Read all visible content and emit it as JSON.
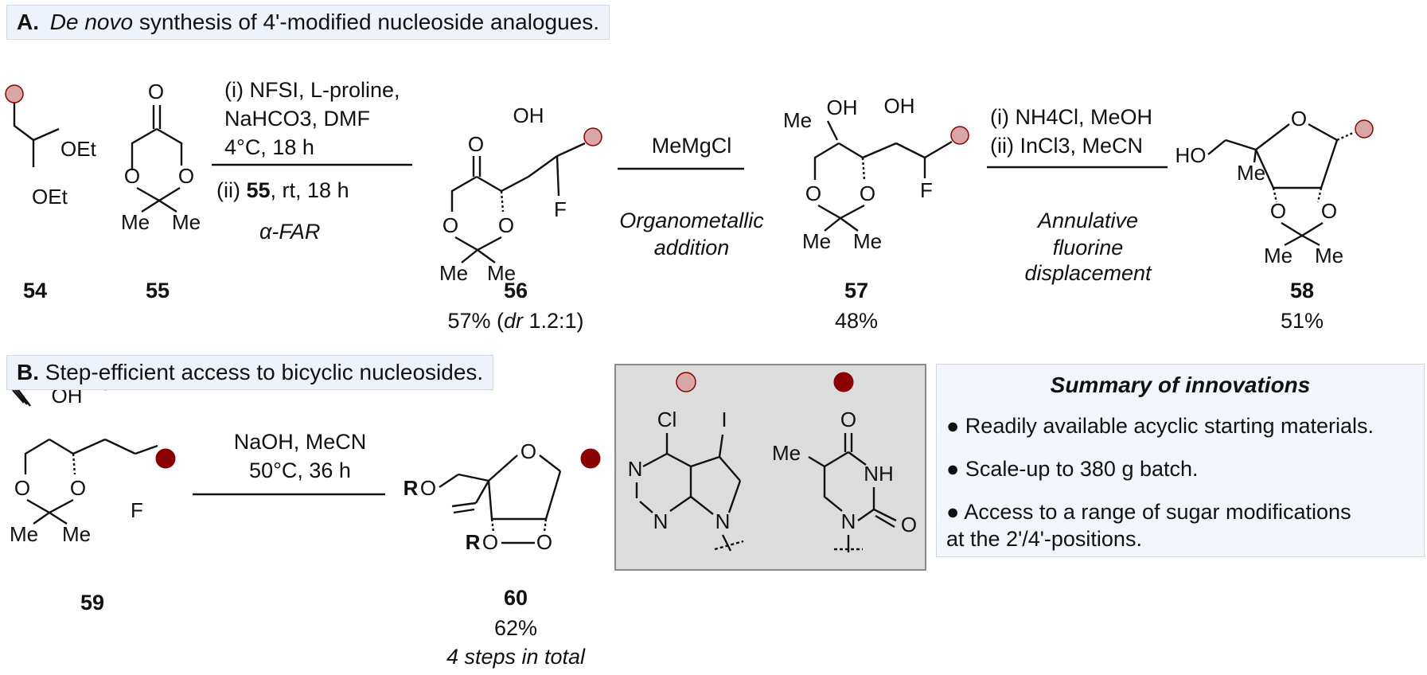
{
  "section_a": {
    "letter": "A.",
    "title_italic": "De novo",
    "title_rest": " synthesis of 4'-modified nucleoside analogues."
  },
  "section_b": {
    "letter": "B.",
    "title_rest": " Step-efficient access to bicyclic nucleosides."
  },
  "compounds": {
    "c54": {
      "number": "54"
    },
    "c55": {
      "number": "55"
    },
    "c56": {
      "number": "56",
      "yield": "57% (",
      "dr_label": "dr",
      "dr_value": " 1.2:1)"
    },
    "c57": {
      "number": "57",
      "yield": "48%"
    },
    "c58": {
      "number": "58",
      "yield": "51%"
    },
    "c59": {
      "number": "59"
    },
    "c60": {
      "number": "60",
      "yield": "62%",
      "note": "4 steps in total"
    }
  },
  "step1": {
    "line1": "(i) NFSI, L-proline,",
    "line2": "NaHCO3, DMF",
    "line3": "4°C, 18 h",
    "line4_pre": "(ii) ",
    "line4_bold": "55",
    "line4_post": ", rt, 18 h",
    "name": "α-FAR"
  },
  "step2": {
    "reagent": "MeMgCl",
    "name_line1": "Organometallic",
    "name_line2": "addition"
  },
  "step3": {
    "line1": "(i) NH4Cl, MeOH",
    "line2": "(ii) InCl3, MeCN",
    "name_line1": "Annulative",
    "name_line2": "fluorine",
    "name_line3": "displacement"
  },
  "step_b": {
    "line1": "NaOH, MeCN",
    "line2": "50°C, 36 h"
  },
  "atoms": {
    "O": "O",
    "OH": "OH",
    "OEt": "OEt",
    "Me": "Me",
    "F": "F",
    "HO": "HO",
    "RO": "RO",
    "R": "R",
    "Cl": "Cl",
    "I": "I",
    "N": "N",
    "NH": "NH"
  },
  "legend": {
    "light_dot_color": "#d9a6a6",
    "dark_dot_color": "#8b0000"
  },
  "summary": {
    "title": "Summary of innovations",
    "items": [
      "● Readily available acyclic starting materials.",
      "● Scale-up to 380 g batch.",
      "● Access to a range of sugar modifications",
      "at the 2'/4'-positions."
    ]
  }
}
